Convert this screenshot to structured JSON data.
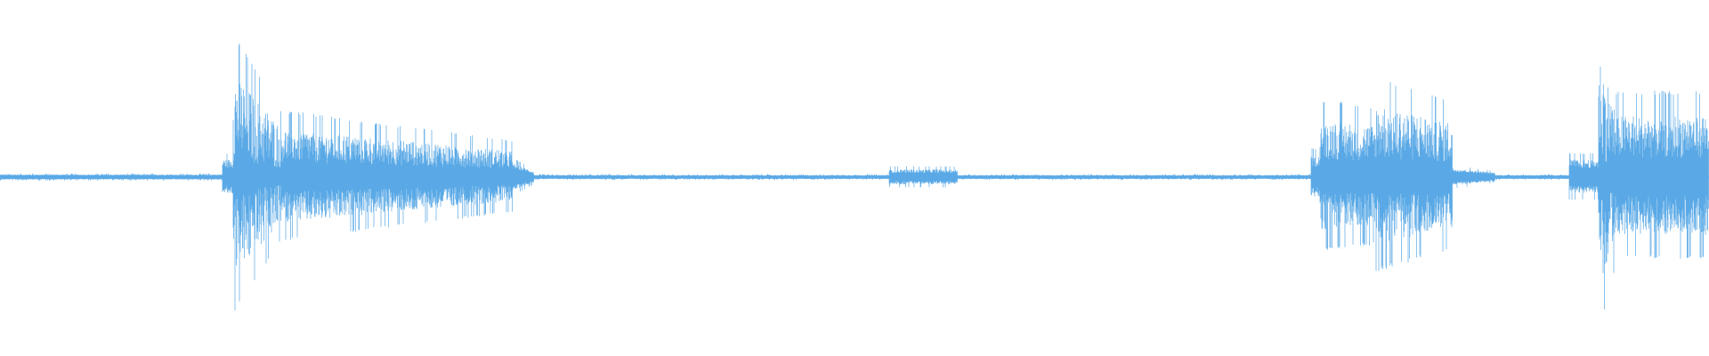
{
  "waveform": {
    "color": "#5aa9e6",
    "background": "#ffffff",
    "duration_fraction_visible": 1.0,
    "segments": [
      {
        "start": 0.0,
        "end": 0.13,
        "peak": 0.015,
        "decay": 0.0,
        "noise": 0.35
      },
      {
        "start": 0.13,
        "end": 0.136,
        "peak": 0.1,
        "decay": 0.0,
        "noise": 0.5
      },
      {
        "start": 0.136,
        "end": 0.165,
        "peak": 0.62,
        "decay": 0.55,
        "noise": 0.85
      },
      {
        "start": 0.165,
        "end": 0.3,
        "peak": 0.28,
        "decay": 0.45,
        "noise": 0.7
      },
      {
        "start": 0.3,
        "end": 0.312,
        "peak": 0.08,
        "decay": 0.6,
        "noise": 0.4
      },
      {
        "start": 0.312,
        "end": 0.52,
        "peak": 0.012,
        "decay": 0.0,
        "noise": 0.35
      },
      {
        "start": 0.52,
        "end": 0.56,
        "peak": 0.045,
        "decay": 0.0,
        "noise": 0.5
      },
      {
        "start": 0.56,
        "end": 0.767,
        "peak": 0.012,
        "decay": 0.0,
        "noise": 0.35
      },
      {
        "start": 0.767,
        "end": 0.772,
        "peak": 0.12,
        "decay": 0.0,
        "noise": 0.5
      },
      {
        "start": 0.772,
        "end": 0.805,
        "peak": 0.33,
        "decay": 0.1,
        "noise": 0.7
      },
      {
        "start": 0.805,
        "end": 0.85,
        "peak": 0.42,
        "decay": 0.25,
        "noise": 0.75
      },
      {
        "start": 0.85,
        "end": 0.875,
        "peak": 0.05,
        "decay": 0.5,
        "noise": 0.4
      },
      {
        "start": 0.875,
        "end": 0.918,
        "peak": 0.012,
        "decay": 0.0,
        "noise": 0.35
      },
      {
        "start": 0.918,
        "end": 0.935,
        "peak": 0.1,
        "decay": 0.0,
        "noise": 0.5
      },
      {
        "start": 0.935,
        "end": 0.945,
        "peak": 0.72,
        "decay": 0.45,
        "noise": 0.85
      },
      {
        "start": 0.945,
        "end": 1.0,
        "peak": 0.36,
        "decay": 0.0,
        "noise": 0.7
      }
    ]
  }
}
